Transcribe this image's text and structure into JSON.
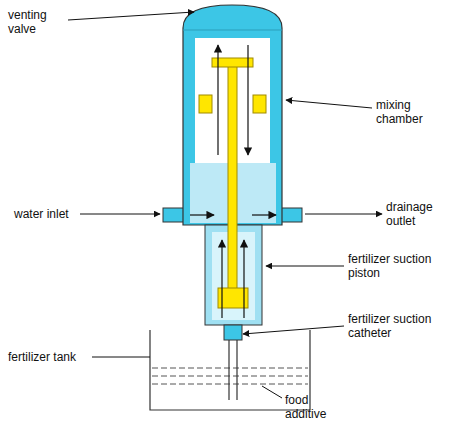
{
  "diagram": {
    "labels": [
      "venting valve",
      "mixing chamber",
      "water inlet",
      "drainage outlet",
      "fertilizer suction piston",
      "fertilizer suction catheter",
      "fertilizer tank",
      "food additive"
    ]
  }
}
